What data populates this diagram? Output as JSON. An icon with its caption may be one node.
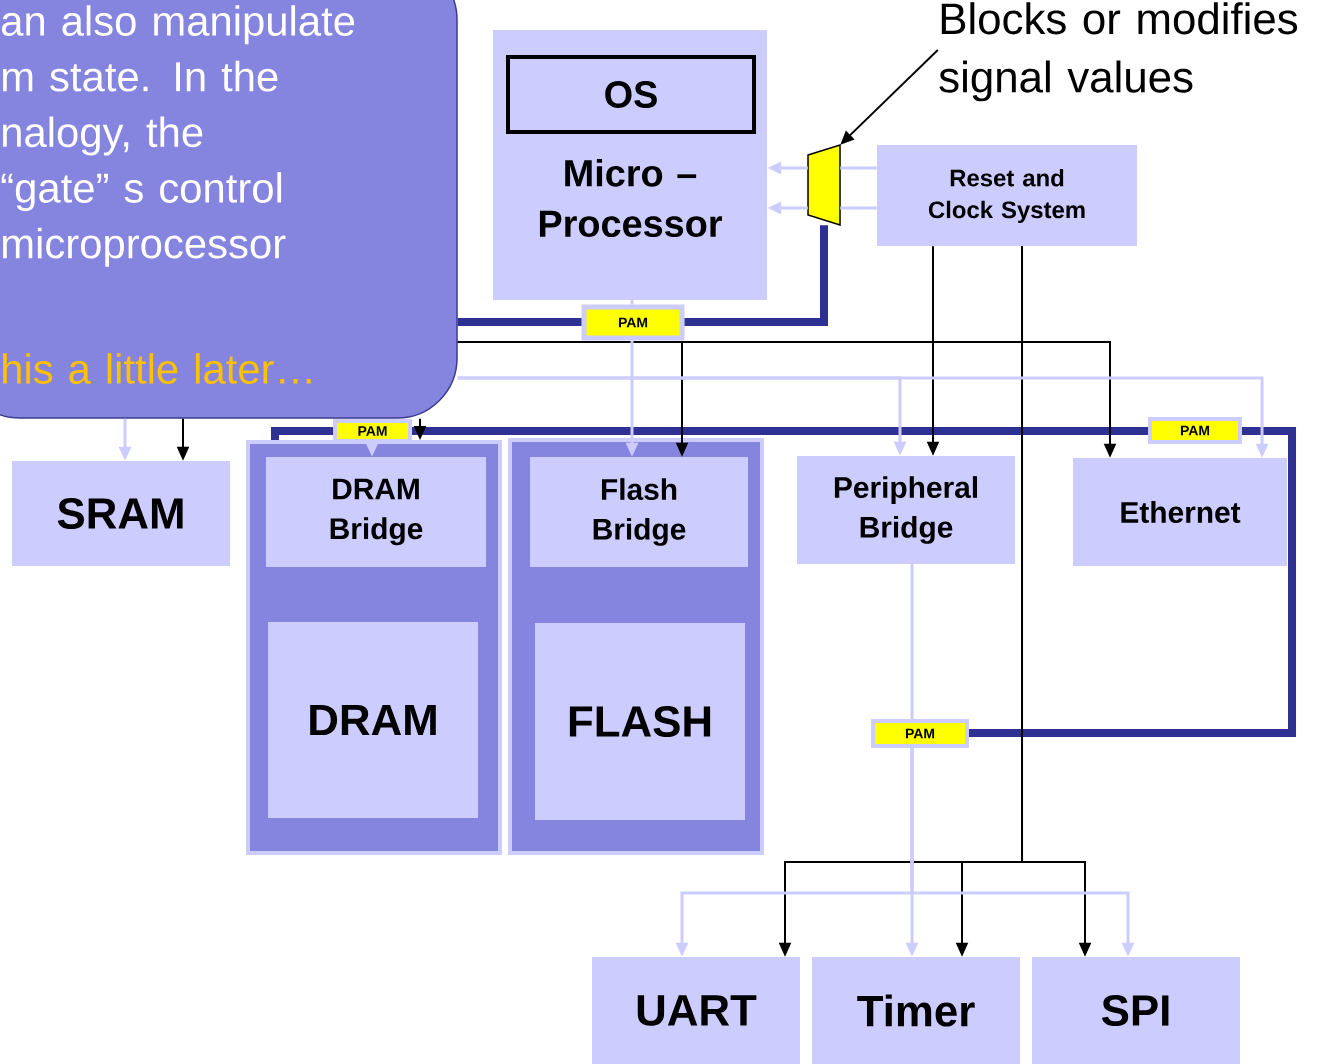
{
  "diagram": {
    "nodes": [
      {
        "text": [
          "an also manipulate m state. In the nalogy, the “gate” s control microprocessor",
          "his a little later…"
        ]
      },
      {
        "text": [
          "Micro – Processor"
        ]
      },
      {
        "text": [
          "OS"
        ],
        "in": 1
      },
      {
        "text": [],
        "shape": "trapezoid"
      },
      {
        "text": [
          "Reset and Clock System"
        ]
      },
      {
        "text": [
          "PAM"
        ]
      },
      {
        "text": [
          "PAM"
        ]
      },
      {
        "text": [
          "PAM"
        ]
      },
      {
        "text": [
          "SRAM"
        ]
      },
      {
        "text": [],
        "shape": "box"
      },
      {
        "text": [
          "DRAM Bridge"
        ],
        "in": 9
      },
      {
        "text": [
          "DRAM"
        ],
        "in": 9
      },
      {
        "text": [],
        "shape": "box"
      },
      {
        "text": [
          "Flash Bridge"
        ],
        "in": 12
      },
      {
        "text": [
          "FLASH"
        ],
        "in": 12
      },
      {
        "text": [
          "Peripheral Bridge"
        ]
      },
      {
        "text": [
          "Ethernet"
        ]
      },
      {
        "text": [
          "PAM"
        ]
      },
      {
        "text": [
          "UART"
        ]
      },
      {
        "text": [
          "Timer"
        ]
      },
      {
        "text": [
          "SPI"
        ]
      },
      {
        "text": [
          "Blocks or modifies signal values"
        ]
      }
    ],
    "edges": [
      {
        "from": 21,
        "to": 3,
        "arrow": "to",
        "color": "#000000"
      },
      {
        "from": 3,
        "to": 1,
        "arrow": "to"
      },
      {
        "from": 3,
        "to": 1,
        "arrow": "to"
      },
      {
        "from": 4,
        "to": 3,
        "arrow": "none"
      },
      {
        "from": 4,
        "to": 3,
        "arrow": "none"
      },
      {
        "from": 3,
        "to": 5,
        "arrow": "none",
        "style": "thick",
        "color": "#2e3192"
      },
      {
        "from": 5,
        "to": 0,
        "arrow": "none",
        "style": "thick",
        "color": "#2e3192"
      },
      {
        "from": 6,
        "to": 9,
        "arrow": "none",
        "style": "thick",
        "color": "#2e3192"
      },
      {
        "from": 6,
        "to": 7,
        "arrow": "none",
        "style": "thick",
        "color": "#2e3192"
      },
      {
        "from": 7,
        "to": 17,
        "arrow": "none",
        "style": "thick",
        "color": "#2e3192"
      },
      {
        "from": 4,
        "to": 15,
        "arrow": "to",
        "color": "#000000"
      },
      {
        "from": 4,
        "to": 18,
        "arrow": "to",
        "color": "#000000"
      },
      {
        "from": 4,
        "to": 19,
        "arrow": "to",
        "color": "#000000"
      },
      {
        "from": 4,
        "to": 20,
        "arrow": "to",
        "color": "#000000"
      },
      {
        "from": 0,
        "to": 8,
        "arrow": "to",
        "color": "#000000"
      },
      {
        "from": 0,
        "to": 9,
        "arrow": "to",
        "color": "#000000"
      },
      {
        "from": 0,
        "to": 13,
        "arrow": "to",
        "color": "#000000"
      },
      {
        "from": 0,
        "to": 16,
        "arrow": "to",
        "color": "#000000"
      },
      {
        "from": 1,
        "to": 5,
        "arrow": "none"
      },
      {
        "from": 5,
        "to": 13,
        "arrow": "to"
      },
      {
        "from": 0,
        "to": 8,
        "arrow": "to"
      },
      {
        "from": 6,
        "to": 10,
        "arrow": "to"
      },
      {
        "from": 0,
        "to": 15,
        "arrow": "to"
      },
      {
        "from": 0,
        "to": 16,
        "arrow": "to"
      },
      {
        "from": 15,
        "to": 17,
        "arrow": "none"
      },
      {
        "from": 17,
        "to": 18,
        "arrow": "to"
      },
      {
        "from": 17,
        "to": 19,
        "arrow": "to"
      },
      {
        "from": 17,
        "to": 20,
        "arrow": "to"
      }
    ]
  }
}
